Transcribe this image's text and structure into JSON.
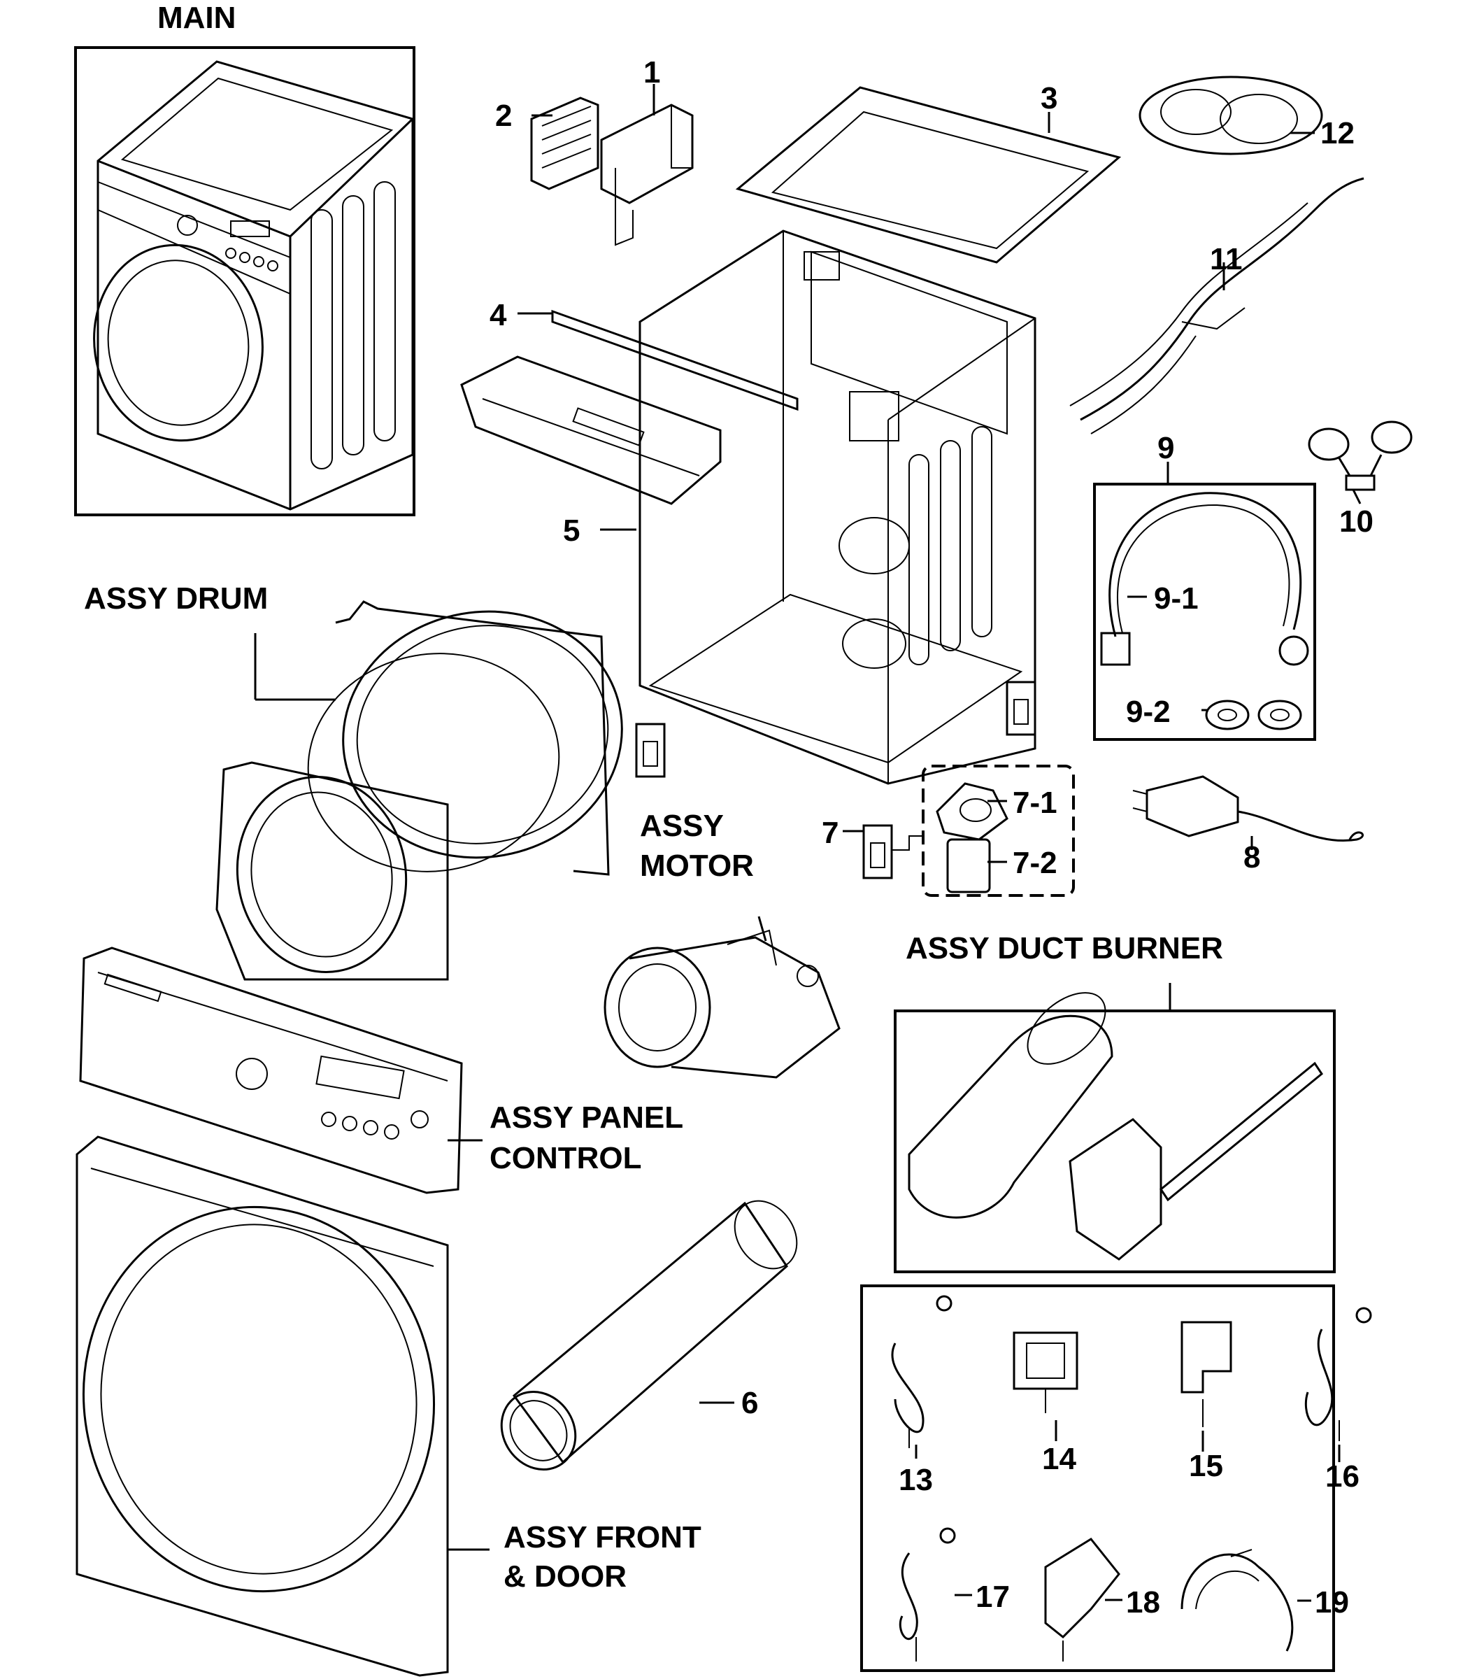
{
  "groups": {
    "main": "MAIN",
    "assy_drum": "ASSY DRUM",
    "assy_motor_line1": "ASSY",
    "assy_motor_line2": "MOTOR",
    "assy_duct_burner": "ASSY DUCT BURNER",
    "assy_panel_line1": "ASSY PANEL",
    "assy_panel_line2": "CONTROL",
    "assy_front_line1": "ASSY FRONT",
    "assy_front_line2": "& DOOR"
  },
  "parts": {
    "p1": "1",
    "p2": "2",
    "p3": "3",
    "p4": "4",
    "p5": "5",
    "p6": "6",
    "p7": "7",
    "p7_1": "7-1",
    "p7_2": "7-2",
    "p8": "8",
    "p9": "9",
    "p9_1": "9-1",
    "p9_2": "9-2",
    "p10": "10",
    "p11": "11",
    "p12": "12",
    "p13": "13",
    "p14": "14",
    "p15": "15",
    "p16": "16",
    "p17": "17",
    "p18": "18",
    "p19": "19"
  }
}
